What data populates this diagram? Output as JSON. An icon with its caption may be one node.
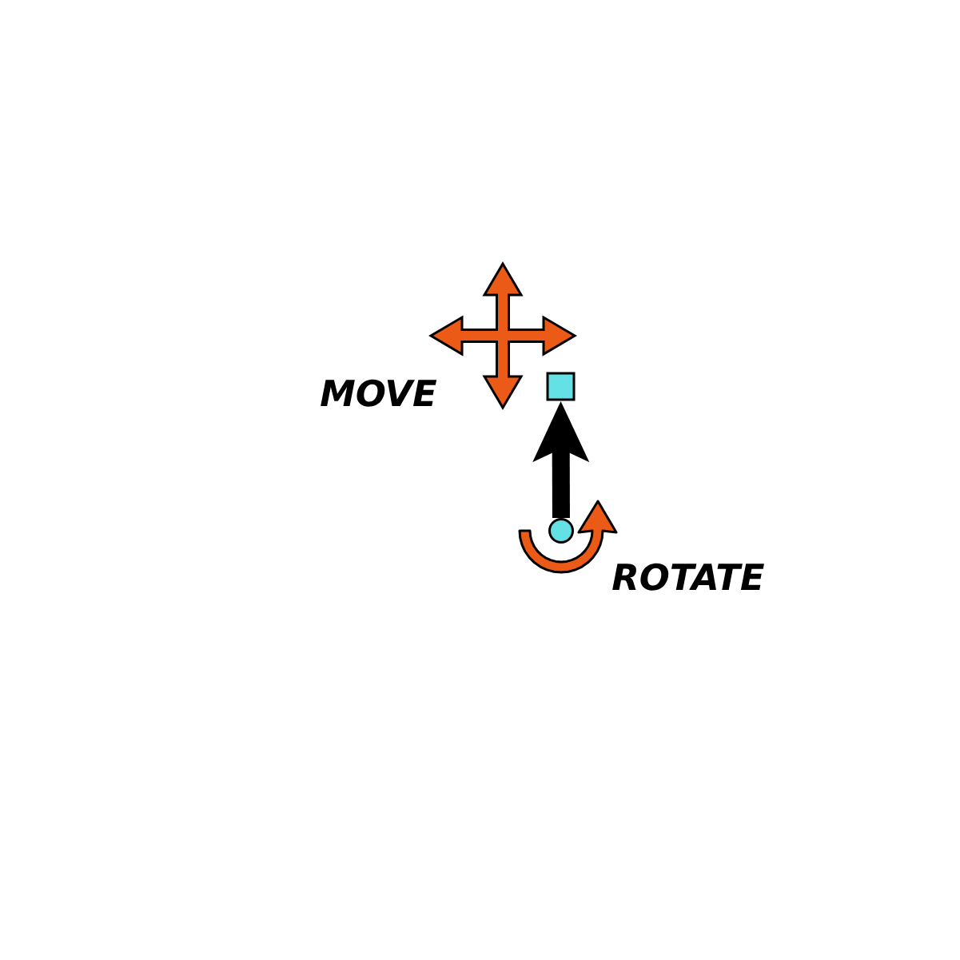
{
  "diagram": {
    "nodes": [
      {
        "text": [],
        "shape": "box"
      },
      {
        "text": [],
        "shape": "circle"
      }
    ],
    "edges": [
      {
        "from": 1,
        "to": 0,
        "arrow": "to"
      }
    ],
    "labels": [
      "MOVE",
      "ROTATE"
    ]
  }
}
